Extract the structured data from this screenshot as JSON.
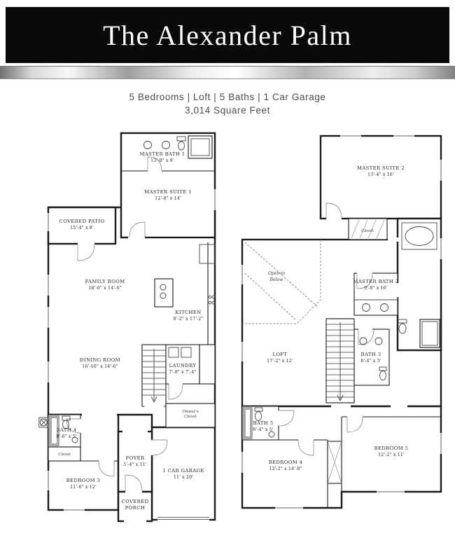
{
  "banner": {
    "title": "The Alexander Palm"
  },
  "summary": {
    "features": "5 Bedrooms | Loft | 5 Baths | 1 Car Garage",
    "area": "3,014 Square Feet"
  },
  "colors": {
    "banner_bg": "#0a0a0a",
    "banner_text": "#ffffff",
    "stripe_silver": "#c9c9c9",
    "wall": "#1a1a1a",
    "label_text": "#262626"
  },
  "floor1": {
    "rooms": {
      "master_bath_1": {
        "name": "MASTER BATH 1",
        "dims": "13'-8\" x 8'"
      },
      "master_suite_1": {
        "name": "MASTER SUITE 1",
        "dims": "12'-8\" x 14'"
      },
      "covered_patio": {
        "name": "COVERED PATIO",
        "dims": "15'-4\" x 8'"
      },
      "family_room": {
        "name": "FAMILY ROOM",
        "dims": "18'-6\" x 14'-6\""
      },
      "kitchen": {
        "name": "KITCHEN",
        "dims": "9'-2\" x 17'-2\""
      },
      "dining_room": {
        "name": "DINING ROOM",
        "dims": "16'-10\" x 14'-6\""
      },
      "laundry": {
        "name": "LAUNDRY",
        "dims": "7'-8\" x 7'-4\""
      },
      "owners_closet": {
        "line1": "Owner's",
        "line2": "Closet"
      },
      "bath_4": {
        "name": "BATH 4",
        "dims": "8'-6\" x 5'"
      },
      "closet": {
        "name": "Closet"
      },
      "bedroom_3": {
        "name": "BEDROOM 3",
        "dims": "11'-6\" x 12'"
      },
      "foyer": {
        "name": "FOYER",
        "dims": "5'-4\" x 11'"
      },
      "garage": {
        "name": "1 CAR GARAGE",
        "dims": "11' x 20'"
      },
      "covered_porch": {
        "line1": "COVERED",
        "line2": "PORCH"
      }
    }
  },
  "floor2": {
    "rooms": {
      "master_suite_2": {
        "name": "MASTER SUITE 2",
        "dims": "13'-4\" x 16'"
      },
      "closet": {
        "name": "Closet"
      },
      "master_bath_2": {
        "name": "MASTER BATH 2",
        "dims": "9'-8\" x 16'"
      },
      "open_to_below": {
        "line1": "Open to",
        "line2": "Below"
      },
      "loft": {
        "name": "LOFT",
        "dims": "17'-2\" x 12'"
      },
      "bath_3": {
        "name": "BATH 3",
        "dims": "8'-4\" x 5'"
      },
      "bath_5": {
        "name": "BATH 5",
        "dims": "8'-4\" x 5'"
      },
      "bedroom_4": {
        "name": "BEDROOM 4",
        "dims": "12'-2\" x 14'-8\""
      },
      "bedroom_5": {
        "name": "BEDROOM 5",
        "dims": "12'-2\" x 11'"
      }
    }
  }
}
